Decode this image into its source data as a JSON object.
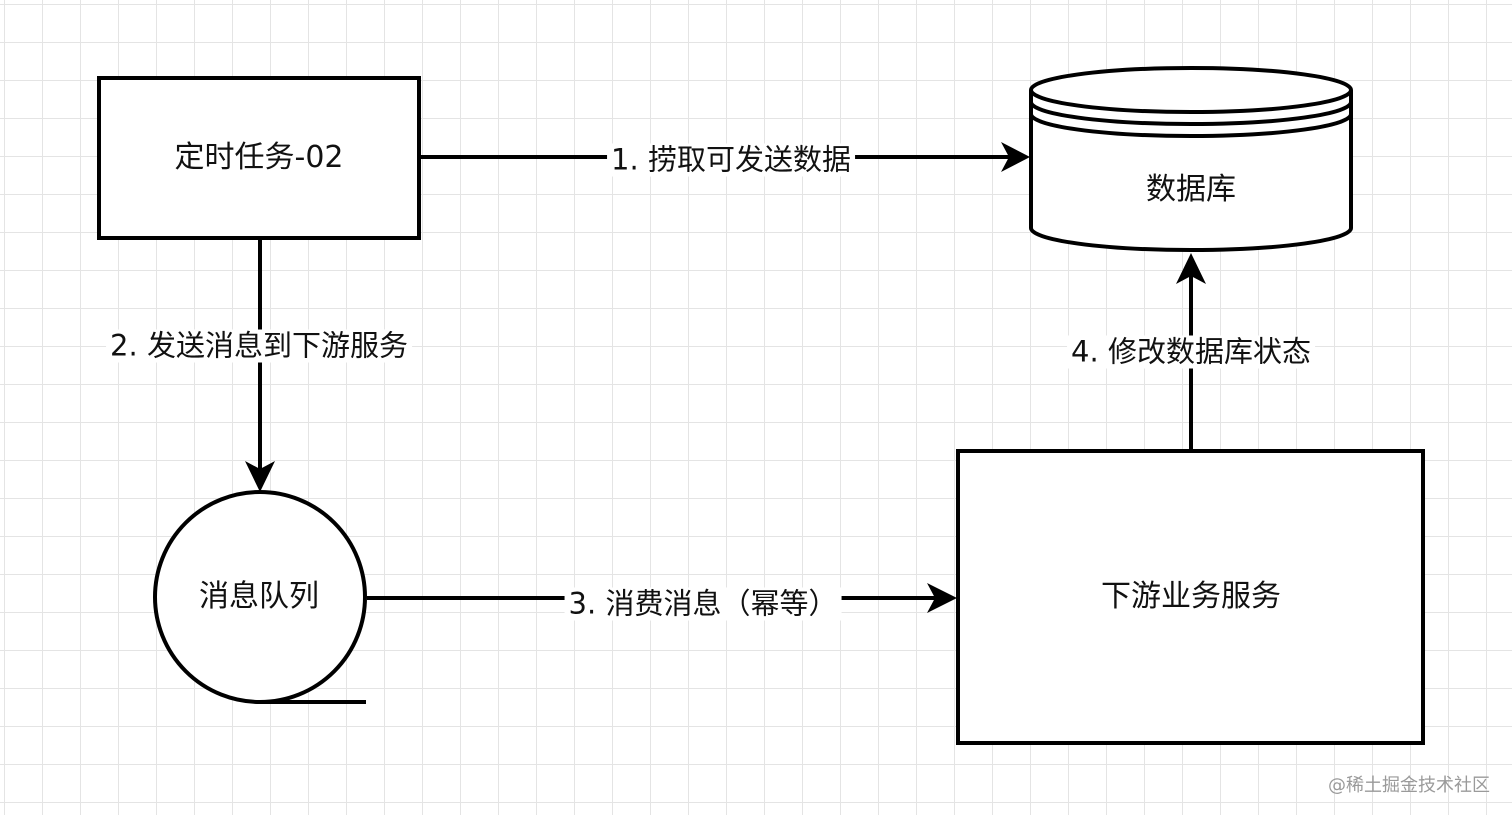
{
  "nodes": {
    "timer_task": {
      "label": "定时任务-02"
    },
    "database": {
      "label": "数据库"
    },
    "message_queue": {
      "label": "消息队列"
    },
    "downstream_service": {
      "label": "下游业务服务"
    }
  },
  "edges": [
    {
      "from": "timer_task",
      "to": "database",
      "label": "1. 捞取可发送数据"
    },
    {
      "from": "timer_task",
      "to": "message_queue",
      "label": "2. 发送消息到下游服务"
    },
    {
      "from": "message_queue",
      "to": "downstream_service",
      "label": "3. 消费消息（幂等）"
    },
    {
      "from": "downstream_service",
      "to": "database",
      "label": "4. 修改数据库状态"
    }
  ],
  "watermark": "@稀土掘金技术社区",
  "colors": {
    "stroke": "#000000",
    "grid": "#e4e4e4",
    "background": "#ffffff",
    "watermark": "#9a9a9a"
  }
}
